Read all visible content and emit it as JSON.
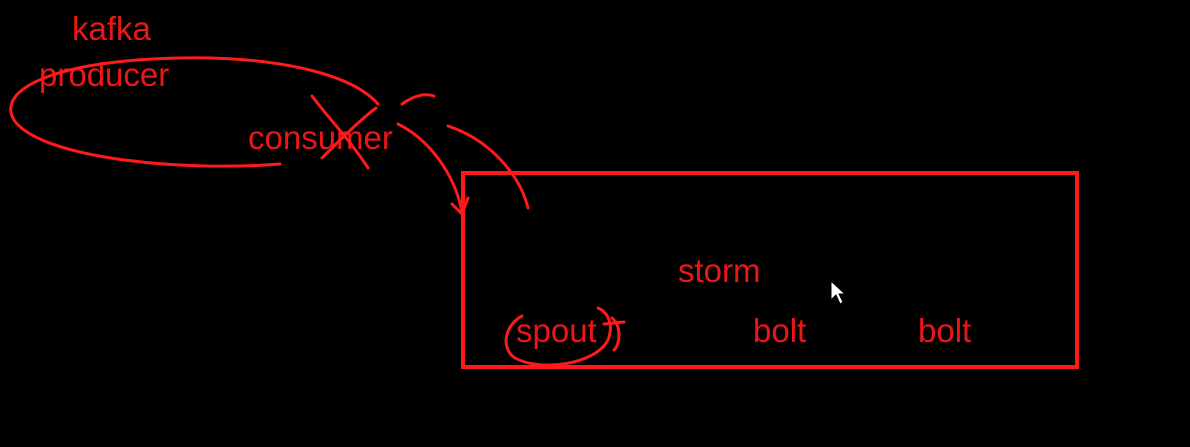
{
  "diagram": {
    "labels": {
      "kafka": "kafka",
      "producer": "producer",
      "consumer": "consumer",
      "storm": "storm",
      "spout": "spout",
      "bolt_1": "bolt",
      "bolt_2": "bolt"
    },
    "ink_color": "#ff1a1a",
    "background_color": "#000000",
    "cursor_icon": "mouse-pointer-icon"
  }
}
